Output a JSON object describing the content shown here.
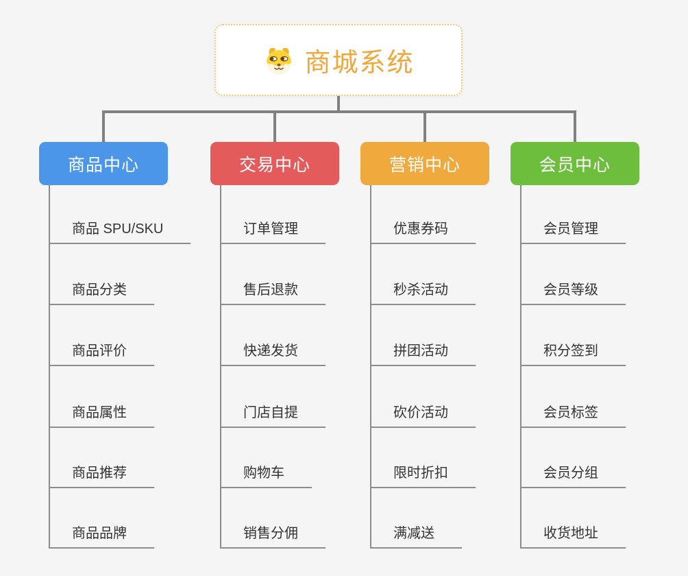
{
  "root": {
    "title": "商城系统",
    "icon": "shiba-dog-icon",
    "title_color": "#F0A83C",
    "border_color": "#F5C572"
  },
  "connector_colors": {
    "main": "#808080",
    "branch": "#8C8C8C"
  },
  "branches": [
    {
      "label": "商品中心",
      "color": "#4B96E8",
      "items": [
        "商品 SPU/SKU",
        "商品分类",
        "商品评价",
        "商品属性",
        "商品推荐",
        "商品品牌"
      ]
    },
    {
      "label": "交易中心",
      "color": "#E45B5B",
      "items": [
        "订单管理",
        "售后退款",
        "快递发货",
        "门店自提",
        "购物车",
        "销售分佣"
      ]
    },
    {
      "label": "营销中心",
      "color": "#EFA93D",
      "items": [
        "优惠券码",
        "秒杀活动",
        "拼团活动",
        "砍价活动",
        "限时折扣",
        "满减送"
      ]
    },
    {
      "label": "会员中心",
      "color": "#6EBE3E",
      "items": [
        "会员管理",
        "会员等级",
        "积分签到",
        "会员标签",
        "会员分组",
        "收货地址"
      ]
    }
  ]
}
